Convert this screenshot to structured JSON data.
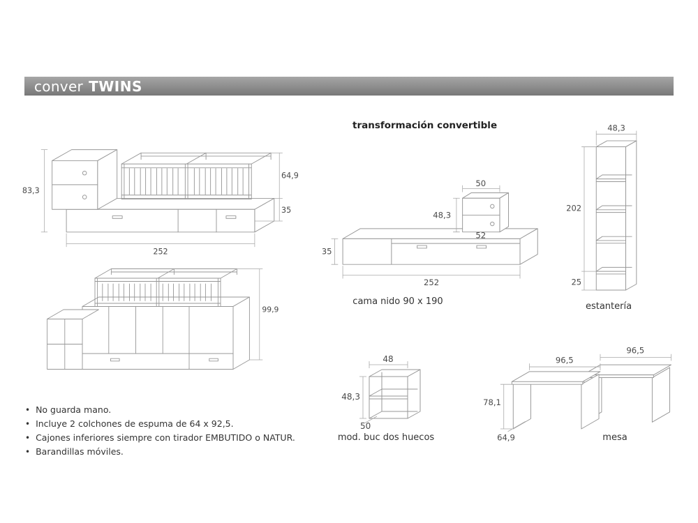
{
  "header": {
    "brand": "conver",
    "product": "TWINS"
  },
  "section_title": "transformación convertible",
  "notes": [
    "No guarda mano.",
    "Incluye 2 colchones de espuma de 64 x 92,5.",
    "Cajones inferiores siempre con tirador EMBUTIDO o NATUR.",
    "Barandillas móviles."
  ],
  "colors": {
    "line": "#979797",
    "dim_text": "#4a4a4a",
    "header_bg": "#8c8c8c",
    "header_text": "#ffffff"
  },
  "crib": {
    "dim_height_total": "83,3",
    "dim_rail_height": "64,9",
    "dim_base_height": "35",
    "dim_width": "252"
  },
  "converted": {
    "dim_height_total": "99,9"
  },
  "cama_nido": {
    "caption": "cama nido 90 x 190",
    "dim_buc_width": "50",
    "dim_buc_height": "48,3",
    "dim_buc_depth": "52",
    "dim_base_height": "35",
    "dim_width": "252"
  },
  "estanteria": {
    "caption": "estantería",
    "dim_width": "48,3",
    "dim_height": "202",
    "dim_base": "25"
  },
  "buc": {
    "caption": "mod. buc dos huecos",
    "dim_width": "48",
    "dim_height": "48,3",
    "dim_depth": "50"
  },
  "mesa": {
    "caption": "mesa",
    "dim_width_left": "96,5",
    "dim_width_right": "96,5",
    "dim_height": "78,1",
    "dim_depth": "64,9"
  }
}
